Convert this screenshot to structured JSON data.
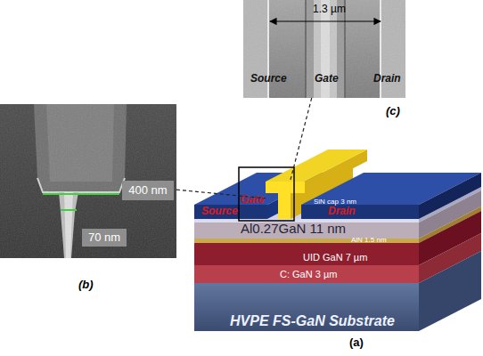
{
  "diagram": {
    "nodes": [
      {
        "text": [
          "1.3 µm",
          "Source",
          "Gate",
          "Drain",
          "(c)"
        ]
      },
      {
        "text": [
          "(b)"
        ]
      },
      {
        "text": [
          "400 nm"
        ],
        "in": 1
      },
      {
        "text": [
          "70 nm"
        ],
        "in": 1
      },
      {
        "text": [
          "Gate"
        ]
      },
      {
        "text": [
          "Source"
        ]
      },
      {
        "text": [
          "Drain"
        ]
      },
      {
        "text": [
          "SiN cap 3 nm"
        ]
      },
      {
        "text": [
          "Al0.27GaN 11 nm"
        ]
      },
      {
        "text": [
          "AlN 1.5 nm"
        ]
      },
      {
        "text": [
          "UID GaN 7 µm"
        ]
      },
      {
        "text": [
          "C: GaN 3 µm"
        ]
      },
      {
        "text": [
          "HVPE FS-GaN Substrate"
        ]
      }
    ],
    "edges": [
      {
        "from": 0,
        "to": 4,
        "arrow": "none"
      },
      {
        "from": 1,
        "to": 4,
        "arrow": "none"
      }
    ],
    "labels": [
      "(a)"
    ]
  }
}
